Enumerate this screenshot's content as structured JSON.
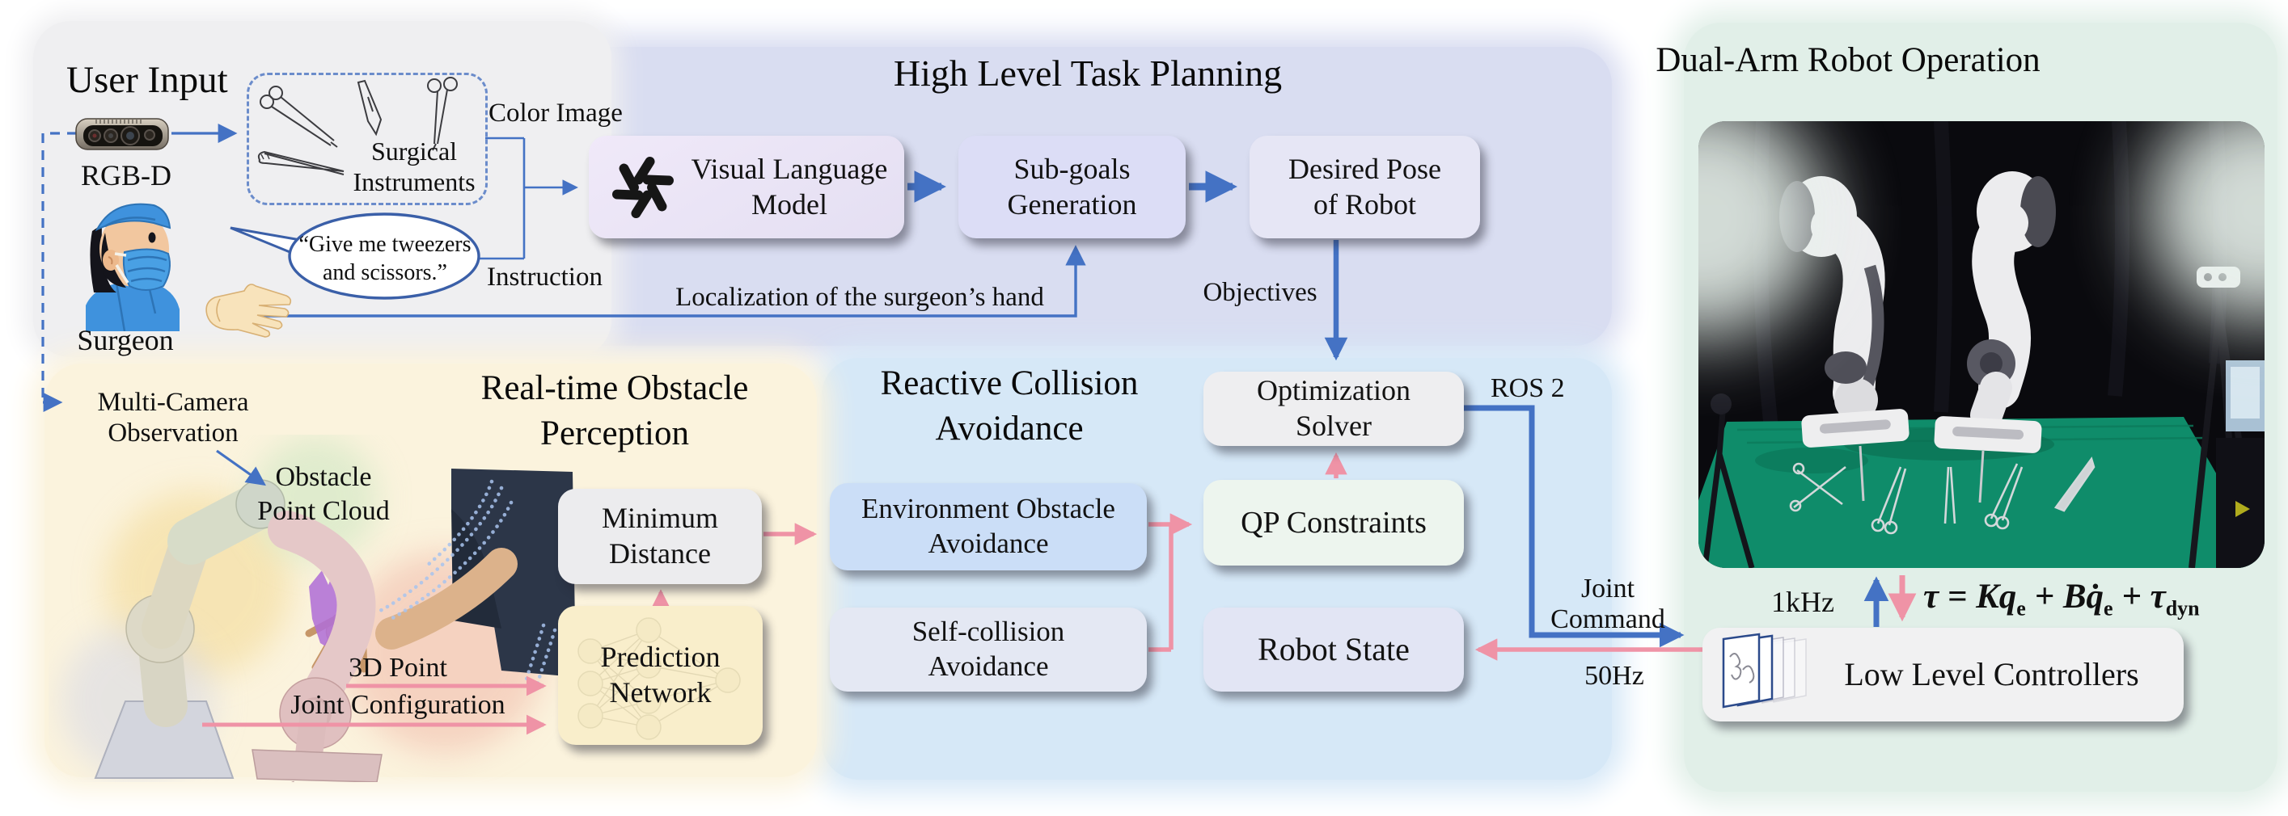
{
  "user_input": {
    "title": "User Input",
    "camera_label": "RGB-D",
    "surgeon_label": "Surgeon",
    "instruments_caption_line1": "Surgical",
    "instruments_caption_line2": "Instruments",
    "speech_bubble_line1": "“Give me tweezers",
    "speech_bubble_line2": "and scissors.”",
    "color_image_label": "Color Image",
    "instruction_label": "Instruction"
  },
  "high_level": {
    "title": "High Level Task Planning",
    "vlm_line1": "Visual Language",
    "vlm_line2": "Model",
    "subgoals_line1": "Sub-goals",
    "subgoals_line2": "Generation",
    "desired_pose_line1": "Desired Pose",
    "desired_pose_line2": "of Robot",
    "localization_label": "Localization of the surgeon’s hand",
    "objectives_label": "Objectives"
  },
  "realtime": {
    "title_line1": "Real-time Obstacle",
    "title_line2": "Perception",
    "multi_camera_line1": "Multi-Camera",
    "multi_camera_line2": "Observation",
    "obstacle_cloud_line1": "Obstacle",
    "obstacle_cloud_line2": "Point Cloud",
    "point_3d_label": "3D Point",
    "joint_configuration_label": "Joint Configuration",
    "minimum_distance_line1": "Minimum",
    "minimum_distance_line2": "Distance",
    "prediction_line1": "Prediction",
    "prediction_line2": "Network"
  },
  "reactive": {
    "title_line1": "Reactive Collision",
    "title_line2": "Avoidance",
    "env_line1": "Environment Obstacle",
    "env_line2": "Avoidance",
    "self_line1": "Self-collision",
    "self_line2": "Avoidance",
    "qp_constraints": "QP Constraints",
    "opt_line1": "Optimization",
    "opt_line2": "Solver",
    "robot_state": "Robot State",
    "ros2_label": "ROS 2",
    "joint_command_line1": "Joint",
    "joint_command_line2": "Command",
    "rate_50hz": "50Hz"
  },
  "dual_arm": {
    "title": "Dual-Arm Robot Operation",
    "rate_1khz": "1kHz",
    "low_level_controllers": "Low Level Controllers",
    "formula": {
      "tau": "τ",
      "equals": " = ",
      "k_term": "Kq",
      "k_sub": "e",
      "plus1": " + ",
      "b_term": "Bq̇",
      "b_sub": "e",
      "plus2": " + ",
      "tau2": "τ",
      "dyn_sub": "dyn"
    }
  },
  "colors": {
    "arrow_blue": "#4472c4",
    "arrow_pink": "#ef93a6",
    "panel_user_input": "#efeff1",
    "panel_high_level": "#d9ddf1",
    "panel_realtime": "#fbf3dd",
    "panel_reactive": "#d6e8f7",
    "panel_dual_arm": "#e1efe8"
  }
}
